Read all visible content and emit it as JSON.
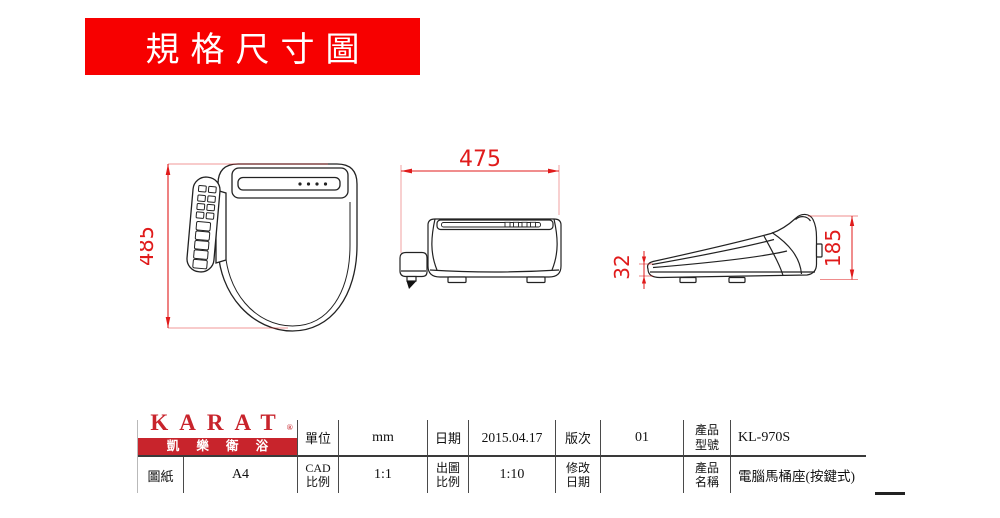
{
  "banner": {
    "title": "規格尺寸圖"
  },
  "views": {
    "top": {
      "dim_height": "485"
    },
    "front": {
      "dim_width": "475"
    },
    "side": {
      "dim_front_edge": "32",
      "dim_back_height": "185"
    }
  },
  "title_block": {
    "logo_brand": "KARAT",
    "logo_reg": "®",
    "logo_subtitle": "凱 樂 衛 浴",
    "unit_label": "單位",
    "unit_value": "mm",
    "date_label": "日期",
    "date_value": "2015.04.17",
    "rev_label": "版次",
    "rev_value": "01",
    "model_label_line1": "產品",
    "model_label_line2": "型號",
    "model_value": "KL-970S",
    "sheet_label": "圖紙",
    "sheet_value": "A4",
    "cad_scale_label_line1": "CAD",
    "cad_scale_label_line2": "比例",
    "cad_scale_value": "1:1",
    "plot_scale_label_line1": "出圖",
    "plot_scale_label_line2": "比例",
    "plot_scale_value": "1:10",
    "modified_label_line1": "修改",
    "modified_label_line2": "日期",
    "modified_value": "",
    "name_label_line1": "產品",
    "name_label_line2": "名稱",
    "name_value": "電腦馬桶座(按鍵式)"
  },
  "colors": {
    "banner_red": "#f70000",
    "dimension_red": "#e01b1b",
    "logo_red": "#c8242c",
    "drawing_line": "#222222"
  }
}
